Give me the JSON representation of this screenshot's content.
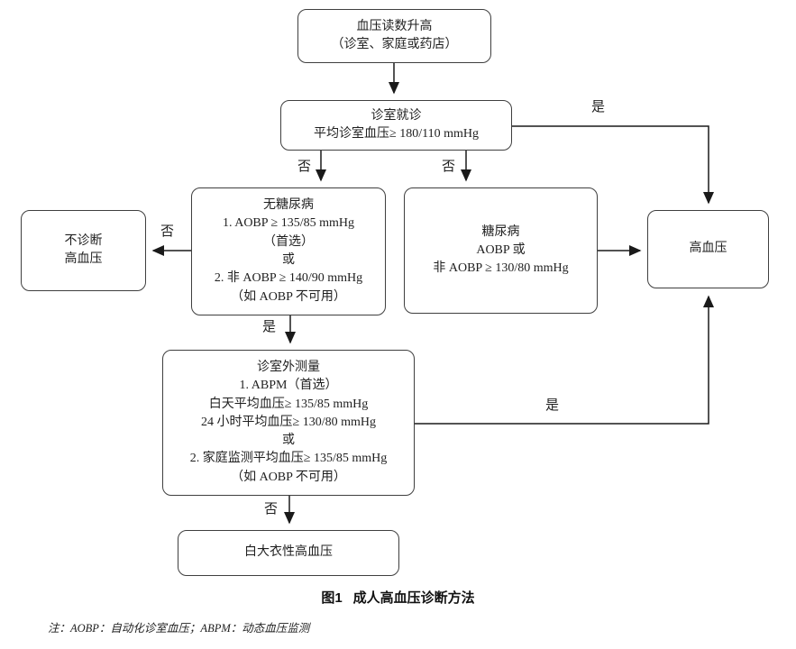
{
  "figure": {
    "caption_label": "图1",
    "caption_title": "成人高血压诊断方法",
    "note": "注：AOBP：自动化诊室血压；ABPM：动态血压监测"
  },
  "nodes": {
    "bp_elevated": {
      "lines": [
        "血压读数升高",
        "（诊室、家庭或药店）"
      ]
    },
    "office_visit": {
      "lines": [
        "诊室就诊",
        "平均诊室血压≥ 180/110 mmHg"
      ]
    },
    "no_diabetes": {
      "lines": [
        "无糖尿病",
        "1. AOBP ≥ 135/85 mmHg",
        "（首选）",
        "或",
        "2. 非 AOBP ≥ 140/90 mmHg",
        "（如 AOBP 不可用）"
      ]
    },
    "diabetes": {
      "lines": [
        "糖尿病",
        "AOBP 或",
        "非 AOBP ≥ 130/80 mmHg"
      ]
    },
    "no_htn": {
      "lines": [
        "不诊断",
        "高血压"
      ]
    },
    "htn": {
      "lines": [
        "高血压"
      ]
    },
    "out_of_office": {
      "lines": [
        "诊室外测量",
        "1. ABPM（首选）",
        "白天平均血压≥ 135/85 mmHg",
        "24 小时平均血压≥ 130/80 mmHg",
        "或",
        "2. 家庭监测平均血压≥ 135/85 mmHg",
        "（如 AOBP 不可用）"
      ]
    },
    "white_coat": {
      "lines": [
        "白大衣性高血压"
      ]
    }
  },
  "labels": {
    "yes_top": "是",
    "no_left": "否",
    "no_right": "否",
    "no_far_left": "否",
    "yes_mid": "是",
    "yes_bottom": "是",
    "no_bottom": "否"
  },
  "colors": {
    "background": "#ffffff",
    "node_border": "#3f3f3f",
    "arrow": "#1a1a1a",
    "text": "#1f1f1f"
  }
}
